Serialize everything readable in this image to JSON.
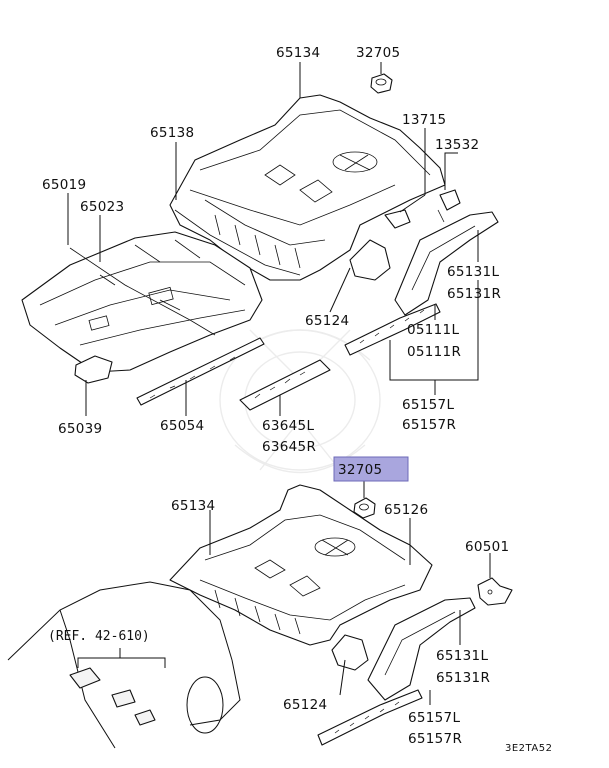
{
  "diagram": {
    "labels": {
      "upper_floor_top": "65134",
      "upper_nut": "32705",
      "upper_floor_side": "65138",
      "harness_bracket": "13715",
      "clip": "13532",
      "front_floor_a": "65019",
      "front_floor_b": "65023",
      "rear_member_l": "65131L",
      "rear_member_r": "65131R",
      "rear_support": "65124",
      "plate_l": "05111L",
      "plate_r": "05111R",
      "front_bracket": "65039",
      "sill": "65054",
      "reinf_l": "63645L",
      "reinf_r": "63645R",
      "ext_l": "65157L",
      "ext_r": "65157R",
      "highlighted_nut": "32705",
      "lower_floor": "65134",
      "lower_crossmember": "65126",
      "lower_bracket": "60501",
      "lower_member_l": "65131L",
      "lower_member_r": "65131R",
      "lower_support": "65124",
      "lower_ext_l": "65157L",
      "lower_ext_r": "65157R",
      "ref_note": "(REF. 42-610)",
      "drawing_code": "3E2TA52"
    },
    "highlight_color": "#a9a6de"
  }
}
